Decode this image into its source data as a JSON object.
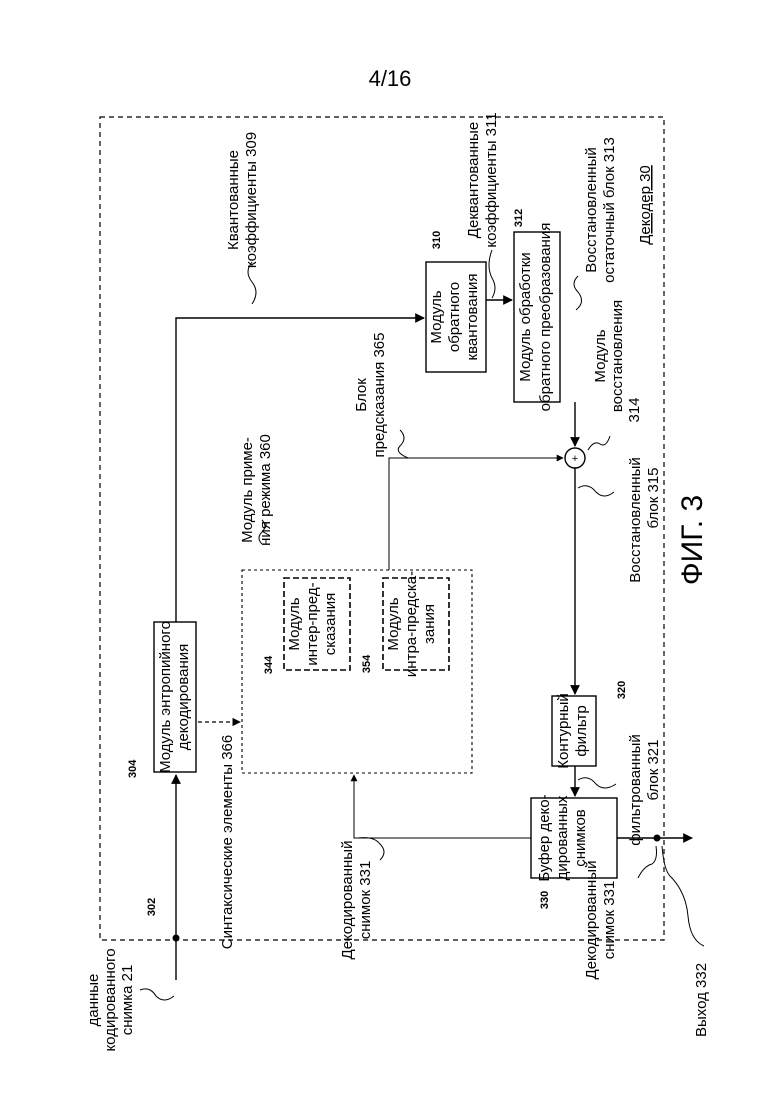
{
  "page": {
    "number": "4/16"
  },
  "figure": {
    "caption": "ФИГ. 3"
  },
  "decoder": {
    "title": "Декодер  30"
  },
  "blocks": {
    "entropy": {
      "line1": "Модуль энтропийного",
      "line2": "декодирования",
      "ref": "304"
    },
    "inverse_quant": {
      "line1": "Модуль",
      "line2": "обратного",
      "line3": "квантования",
      "ref": "310"
    },
    "inverse_transform": {
      "line1": "Модуль  обработки",
      "line2": "обратного преобразования",
      "ref": "312"
    },
    "mode_apply": {
      "line1": "Модуль приме-",
      "line2": "ния режима 360"
    },
    "inter_pred": {
      "line1": "Модуль",
      "line2": "интер-пред-",
      "line3": "сказания",
      "ref": "344"
    },
    "intra_pred": {
      "line1": "Модуль",
      "line2": "интра-предска-",
      "line3": "зания",
      "ref": "354"
    },
    "loop_filter": {
      "line1": "Контурный",
      "line2": "фильтр",
      "ref": "320"
    },
    "dpb": {
      "line1": "Буфер деко-",
      "line2": "дированных",
      "line3": "снимков",
      "ref": "330"
    },
    "reconstruction": {
      "line1": "Модуль",
      "line2": "восстановления",
      "line3": "314",
      "symbol": "+"
    }
  },
  "signals": {
    "encoded_picture": {
      "line1": "данные",
      "line2": "кодированного",
      "line3": "снимка 21",
      "ref": "302"
    },
    "quantized_coeffs": {
      "line1": "Квантованные",
      "line2": "коэффициенты 309"
    },
    "dequantized_coeffs": {
      "line1": "Деквантованные",
      "line2": "коэффициенты 311"
    },
    "residual_block": {
      "line1": "Восстановленный",
      "line2": "остаточный блок 313"
    },
    "prediction_block": {
      "line1": "Блок",
      "line2": "предсказания 365"
    },
    "reconstructed_block": {
      "line1": "Восстановленный",
      "line2": "блок 315"
    },
    "filtered_block": {
      "line1": "фильтрованный",
      "line2": "блок 321"
    },
    "decoded_picture_a": {
      "line1": "Декодированный",
      "line2": "снимок 331"
    },
    "decoded_picture_b": {
      "line1": "Декодированный",
      "line2": "снимок 331"
    },
    "syntax_elements": {
      "label": "Синтаксические элементы 366"
    },
    "output": {
      "label": "Выход 332"
    }
  }
}
